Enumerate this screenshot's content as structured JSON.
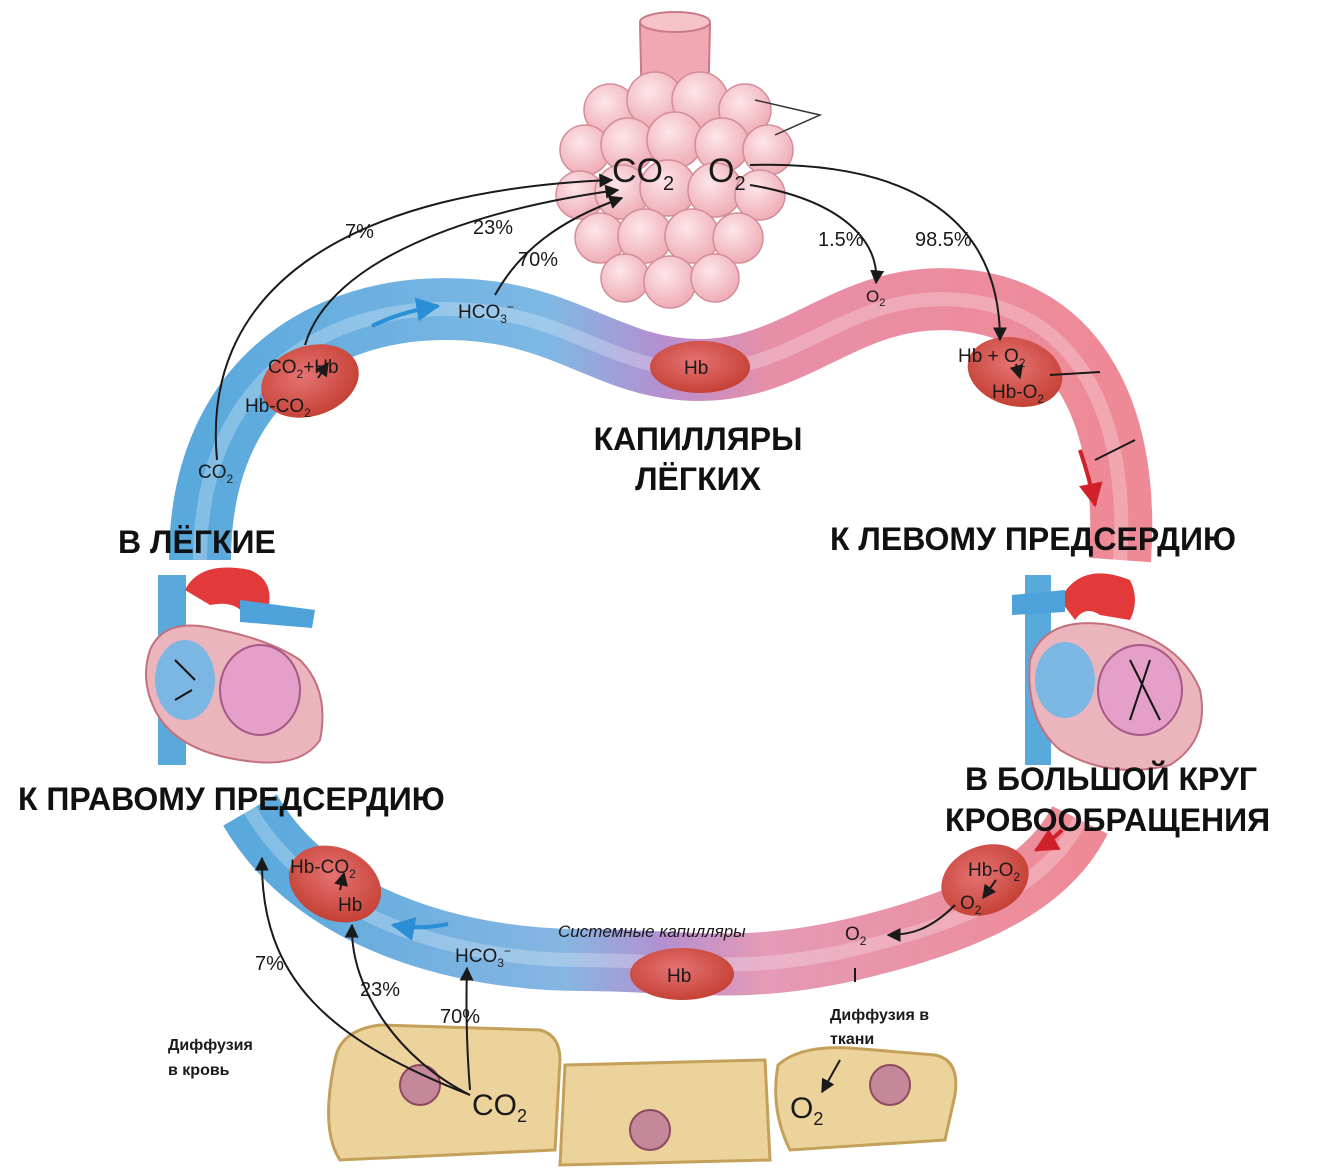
{
  "headings": {
    "lung_capillaries_line1": "КАПИЛЛЯРЫ",
    "lung_capillaries_line2": "ЛЁГКИХ",
    "to_lungs": "В ЛЁГКИЕ",
    "to_left_atrium": "К ЛЕВОМУ ПРЕДСЕРДИЮ",
    "to_right_atrium": "К ПРАВОМУ ПРЕДСЕРДИЮ",
    "systemic_line1": "В БОЛЬШОЙ КРУГ",
    "systemic_line2": "КРОВООБРАЩЕНИЯ"
  },
  "lungs": {
    "co2": "CO",
    "co2_sub": "2",
    "o2": "O",
    "o2_sub": "2",
    "pct_7": "7%",
    "pct_23": "23%",
    "pct_70": "70%",
    "pct_1_5": "1.5%",
    "pct_98_5": "98.5%",
    "hco3": "HCO",
    "hco3_sub": "3",
    "hco3_sup": "−",
    "hb": "Hb",
    "co2_hb_line1": "CO",
    "co2_hb_line1_sub": "2",
    "co2_hb_line1_rest": "+Hb",
    "hb_co2_line2": "Hb-CO",
    "hb_co2_line2_sub": "2",
    "co2_blood": "CO",
    "co2_blood_sub": "2",
    "o2_plasma": "O",
    "o2_plasma_sub": "2",
    "hb_o2_line1": "Hb + O",
    "hb_o2_line1_sub": "2",
    "hb_o2_line2": "Hb-O",
    "hb_o2_line2_sub": "2"
  },
  "systemic": {
    "caption": "Системные капилляры",
    "hb": "Hb",
    "hco3": "HCO",
    "hco3_sub": "3",
    "hco3_sup": "−",
    "pct_7": "7%",
    "pct_23": "23%",
    "pct_70": "70%",
    "hb_co2_line1": "Hb-CO",
    "hb_co2_line1_sub": "2",
    "hb_co2_line2": "Hb",
    "hb_o2_line1": "Hb-O",
    "hb_o2_line1_sub": "2",
    "hb_o2_line2": "O",
    "hb_o2_line2_sub": "2",
    "o2_plasma": "O",
    "o2_plasma_sub": "2",
    "diffusion_blood_line1": "Диффузия",
    "diffusion_blood_line2": "в кровь",
    "diffusion_tissue_line1": "Диффузия в",
    "diffusion_tissue_line2": "ткани",
    "co2_tissue": "CO",
    "co2_tissue_sub": "2",
    "o2_tissue": "O",
    "o2_tissue_sub": "2"
  },
  "colors": {
    "venous_blue": "#5aa9dc",
    "arterial_red": "#ee8a96",
    "capillary_purple": "#b58fd0",
    "alveoli_pink": "#f4bcc4",
    "rbc_red": "#d9534f",
    "tissue_cell": "#ecd39c",
    "nucleus": "#c5879a"
  }
}
